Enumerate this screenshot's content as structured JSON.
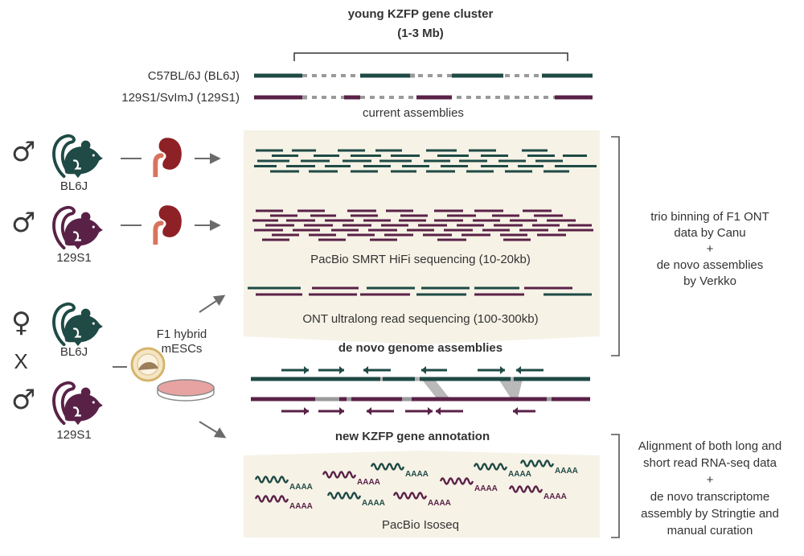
{
  "header": {
    "title_line1": "young KZFP gene cluster",
    "title_line2": "(1-3 Mb)"
  },
  "strains": {
    "bl6_full": "C57BL/6J (BL6J)",
    "s129_full": "129S1/SvImJ (129S1)",
    "current_assemblies": "current assemblies"
  },
  "mice": {
    "bl6_label": "BL6J",
    "s129_label": "129S1",
    "male_symbol": "♂",
    "female_symbol": "♀",
    "cross": "X",
    "f1_line1": "F1 hybrid",
    "f1_line2": "mESCs"
  },
  "sequencing": {
    "pacbio_hifi": "PacBio SMRT HiFi sequencing (10-20kb)",
    "ont": "ONT ultralong read sequencing (100-300kb)",
    "de_novo": "de novo genome assemblies",
    "annotation": "new KZFP gene annotation",
    "isoseq": "PacBio Isoseq",
    "polyA": "AAAA"
  },
  "notes": {
    "assembly_note": [
      "trio binning of F1 ONT",
      "data by Canu",
      "+",
      "de novo assemblies",
      "by Verkko"
    ],
    "annotation_note": [
      "Alignment of both long and",
      "short read RNA-seq data",
      "+",
      "de novo transcriptome",
      "assembly by Stringtie and",
      "manual curation"
    ]
  },
  "colors": {
    "bl6": "#1f4a45",
    "s129": "#5a2147",
    "panel": "#f6f2e6",
    "kidney": "#8e2125",
    "ureter": "#d9735e",
    "dish": "#e7a3a1",
    "arrow": "#6b6b6b"
  }
}
